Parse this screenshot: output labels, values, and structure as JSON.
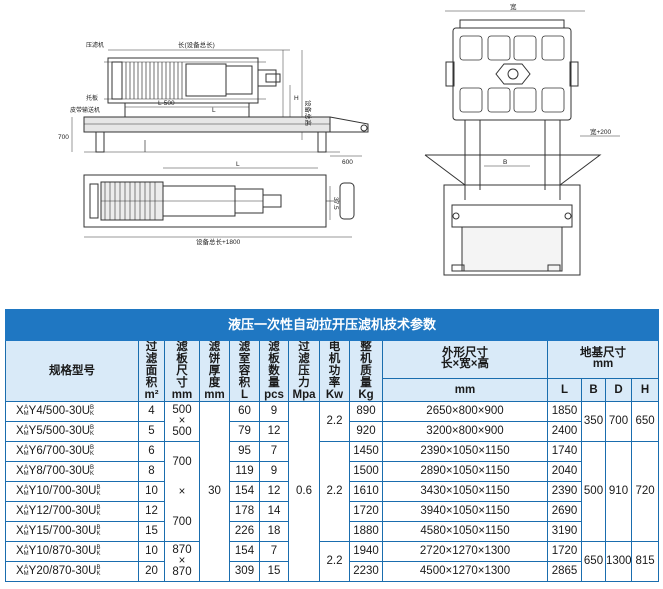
{
  "drawing_labels": {
    "filter_press": "压滤机",
    "length_total": "长(设备总长)",
    "height_total": "设备总高",
    "h_mark": "H",
    "l_minus_500": "L-500",
    "l_mark": "L",
    "tray": "托板",
    "belt_conveyor": "皮带输送机",
    "dim_700": "700",
    "dim_600": "600",
    "dim_375": "37.5",
    "total_length_1800": "设备总长+1800",
    "width": "宽",
    "width_plus_200": "宽+200",
    "b_mark": "B"
  },
  "table": {
    "title": "液压一次性自动拉开压滤机技术参数",
    "headers": {
      "model": "规格型号",
      "area": [
        "过",
        "滤",
        "面",
        "积",
        "m²"
      ],
      "plate": [
        "滤",
        "板",
        "尺",
        "寸",
        "mm"
      ],
      "cake": [
        "滤",
        "饼",
        "厚",
        "度",
        "mm"
      ],
      "volume": [
        "滤",
        "室",
        "容",
        "积",
        "L"
      ],
      "count": [
        "滤",
        "板",
        "数",
        "量",
        "pcs"
      ],
      "pressure": [
        "过",
        "滤",
        "压",
        "力",
        "Mpa"
      ],
      "power": [
        "电",
        "机",
        "功",
        "率",
        "Kw"
      ],
      "weight": [
        "整",
        "机",
        "质",
        "量",
        "Kg"
      ],
      "dims_title": "外形尺寸",
      "dims_sub": "长×宽×高",
      "dims_unit": "mm",
      "found_title": "地基尺寸",
      "found_unit": "mm",
      "found_L": "L",
      "found_B": "B",
      "found_D": "D",
      "found_H": "H"
    },
    "model_super_left": [
      "A",
      "M"
    ],
    "model_super_right": [
      "B",
      "K"
    ],
    "rows": [
      {
        "pre": "X",
        "model": "Y4/500-30U",
        "area": "4",
        "volume": "60",
        "count": "9",
        "weight": "890",
        "dims": "2650×800×900",
        "L": "1850"
      },
      {
        "pre": "X",
        "model": "Y5/500-30U",
        "area": "5",
        "volume": "79",
        "count": "12",
        "weight": "920",
        "dims": "3200×800×900",
        "L": "2400"
      },
      {
        "pre": "X",
        "model": "Y6/700-30U",
        "area": "6",
        "volume": "95",
        "count": "7",
        "weight": "1450",
        "dims": "2390×1050×1150",
        "L": "1740"
      },
      {
        "pre": "X",
        "model": "Y8/700-30U",
        "area": "8",
        "volume": "119",
        "count": "9",
        "weight": "1500",
        "dims": "2890×1050×1150",
        "L": "2040"
      },
      {
        "pre": "X",
        "model": "Y10/700-30U",
        "area": "10",
        "volume": "154",
        "count": "12",
        "weight": "1610",
        "dims": "3430×1050×1150",
        "L": "2390"
      },
      {
        "pre": "X",
        "model": "Y12/700-30U",
        "area": "12",
        "volume": "178",
        "count": "14",
        "weight": "1720",
        "dims": "3940×1050×1150",
        "L": "2690"
      },
      {
        "pre": "X",
        "model": "Y15/700-30U",
        "area": "15",
        "volume": "226",
        "count": "18",
        "weight": "1880",
        "dims": "4580×1050×1150",
        "L": "3190"
      },
      {
        "pre": "X",
        "model": "Y10/870-30U",
        "area": "10",
        "volume": "154",
        "count": "7",
        "weight": "1940",
        "dims": "2720×1270×1300",
        "L": "1720"
      },
      {
        "pre": "X",
        "model": "Y20/870-30U",
        "area": "20",
        "volume": "309",
        "count": "15",
        "weight": "2230",
        "dims": "4500×1270×1300",
        "L": "2865"
      }
    ],
    "groups": {
      "plate_500": [
        "500",
        "×",
        "500"
      ],
      "plate_700": [
        "700",
        "×",
        "700"
      ],
      "plate_870": [
        "870",
        "×",
        "870"
      ],
      "cake": "30",
      "pressure": "0.6",
      "power_a": "2.2",
      "power_b": "2.2",
      "power_c": "2.2",
      "found_500": {
        "B": "350",
        "D": "700",
        "H": "650"
      },
      "found_rest": {
        "B": "500",
        "D": "910",
        "H": "720"
      },
      "found_870": {
        "B": "650",
        "D": "1300",
        "H": "815"
      }
    }
  }
}
